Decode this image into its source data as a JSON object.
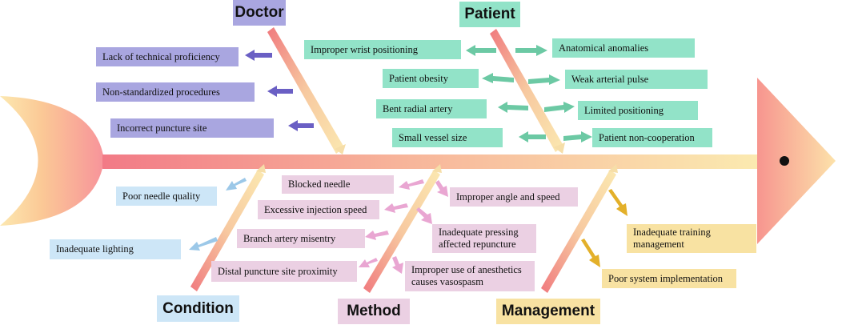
{
  "categories": {
    "doctor": "Doctor",
    "patient": "Patient",
    "condition": "Condition",
    "method": "Method",
    "management": "Management"
  },
  "doctor": {
    "causes": [
      "Lack of technical proficiency",
      "Non-standardized procedures",
      "Incorrect puncture site"
    ]
  },
  "patient": {
    "left_causes": [
      "Improper wrist positioning",
      "Patient obesity",
      "Bent radial artery",
      "Small vessel size"
    ],
    "right_causes": [
      "Anatomical anomalies",
      "Weak arterial pulse",
      "Limited positioning",
      "Patient non-cooperation"
    ]
  },
  "condition": {
    "causes": [
      "Poor needle quality",
      "Inadequate lighting"
    ]
  },
  "method": {
    "left_causes": [
      "Blocked needle",
      "Excessive injection speed",
      "Branch artery misentry",
      "Distal puncture site proximity"
    ],
    "right_causes": [
      "Improper angle and speed",
      "Inadequate pressing affected repuncture",
      "Improper use of anesthetics causes vasospasm"
    ]
  },
  "management": {
    "causes": [
      "Inadequate training management",
      "Poor system implementation"
    ]
  },
  "colors": {
    "doctor": "#a9a6e0",
    "doctor_arrow": "#6a5fc4",
    "patient": "#92e3c8",
    "patient_arrow": "#6cc9a4",
    "condition": "#cde6f7",
    "condition_arrow": "#9cc8e8",
    "method": "#ebd0e3",
    "method_arrow": "#e9a6d2",
    "management": "#f8e2a2",
    "management_arrow": "#e3b02a"
  }
}
